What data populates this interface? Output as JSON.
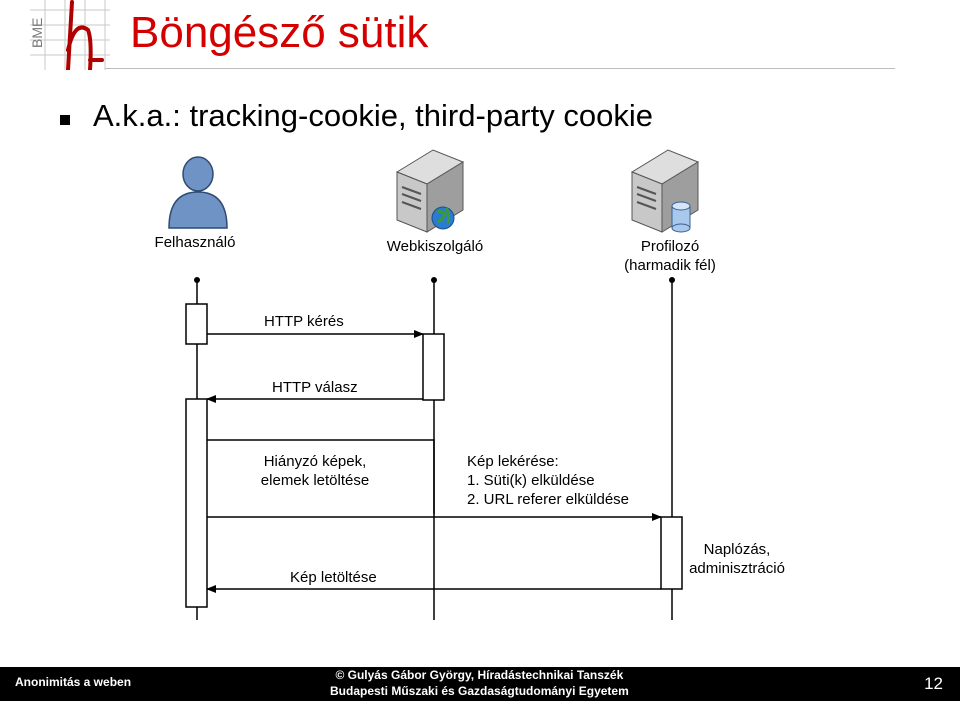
{
  "slide": {
    "title": "Böngésző sütik",
    "bullet": "A.k.a.: tracking-cookie, third-party cookie",
    "logo_text": "BME"
  },
  "actors": {
    "user": "Felhasználó",
    "webserver": "Webkiszolgáló",
    "profiler_line1": "Profilozó",
    "profiler_line2": "(harmadik fél)"
  },
  "messages": {
    "http_request": "HTTP kérés",
    "http_response": "HTTP válasz",
    "image_download": "Kép letöltése"
  },
  "notes": {
    "missing_images_line1": "Hiányzó képek,",
    "missing_images_line2": "elemek letöltése",
    "image_request_line1": "Kép lekérése:",
    "image_request_line2": "1. Süti(k) elküldése",
    "image_request_line3": "2. URL referer elküldése",
    "logging_line1": "Naplózás,",
    "logging_line2": "adminisztráció"
  },
  "footer": {
    "left": "Anonimitás a weben",
    "center_line1": "© Gulyás Gábor György, Híradástechnikai Tanszék",
    "center_line2": "Budapesti Műszaki és Gazdaságtudományi Egyetem",
    "page": "12"
  },
  "colors": {
    "title": "#d40000",
    "logo": "#b00000",
    "user_icon": "#6f93c4",
    "footer_bg": "#000000"
  }
}
